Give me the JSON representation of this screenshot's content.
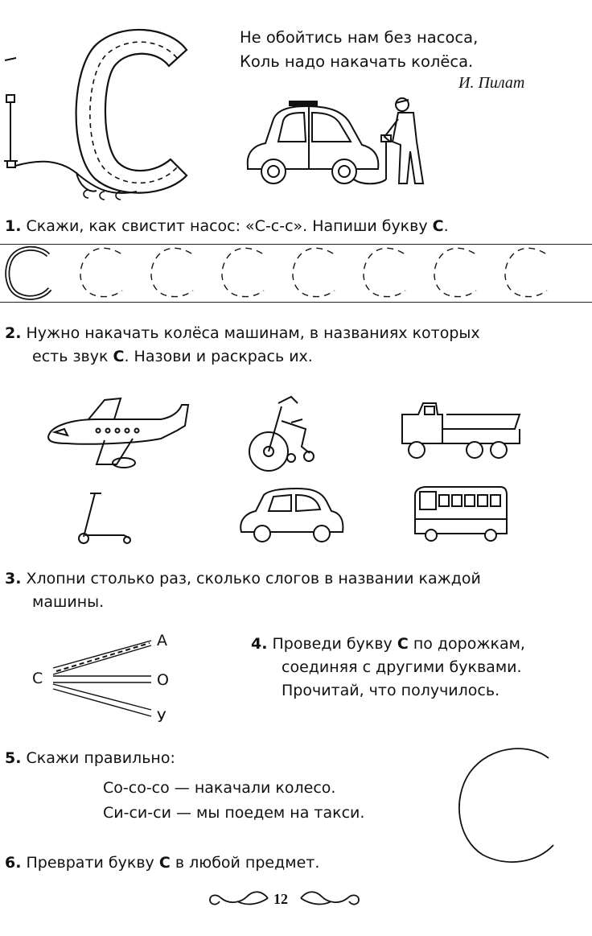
{
  "poem": {
    "line1": "Не обойтись нам без насоса,",
    "line2": "Коль надо накачать колёса.",
    "author": "И. Пилат"
  },
  "hero": {
    "big_letter": "С",
    "sound": "ссс"
  },
  "task1": {
    "number": "1.",
    "text": "Скажи, как свистит насос: «С-с-с». Напиши букву",
    "letter": "С",
    "end": "."
  },
  "task2": {
    "number": "2.",
    "line1": "Нужно накачать колёса машинам, в названиях которых",
    "line2_pre": "есть звук",
    "letter": "С",
    "line2_post": ". Назови и раскрась их."
  },
  "pictures": [
    "airplane-icon",
    "tricycle-icon",
    "dump-truck-icon",
    "scooter-icon",
    "car-icon",
    "bus-icon"
  ],
  "task3": {
    "number": "3.",
    "line1": "Хлопни столько раз, сколько слогов в названии каждой",
    "line2": "машины."
  },
  "paths": {
    "start": "С",
    "ends": [
      "А",
      "О",
      "У"
    ]
  },
  "task4": {
    "number": "4.",
    "line1_pre": "Проведи букву",
    "letter": "С",
    "line1_post": "по дорожкам,",
    "line2": "соединяя с другими буквами.",
    "line3": "Прочитай, что получилось."
  },
  "task5": {
    "number": "5.",
    "title": "Скажи правильно:",
    "line1": "Со-со-со — накачали колесо.",
    "line2": "Си-си-си — мы поедем на такси."
  },
  "task6": {
    "number": "6.",
    "text_pre": "Преврати букву",
    "letter": "С",
    "text_post": "в любой предмет."
  },
  "footer": {
    "page_number": "12"
  }
}
